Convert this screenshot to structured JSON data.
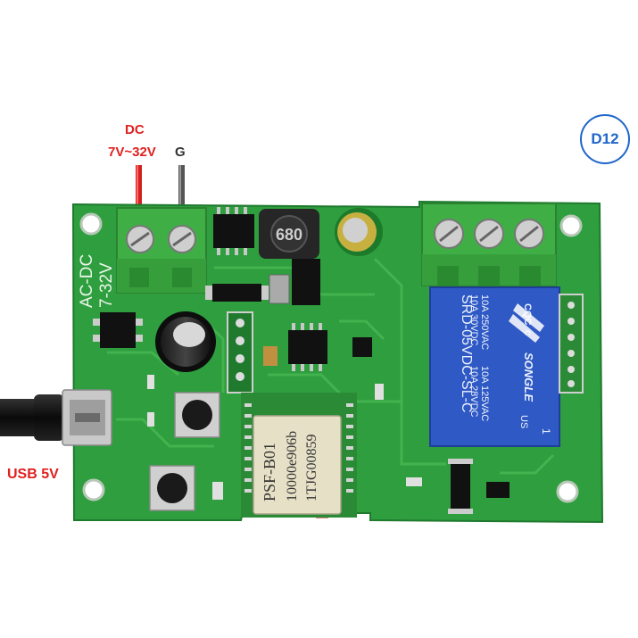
{
  "labels": {
    "dc": "DC",
    "dc_range": "7V~32V",
    "ground": "G",
    "usb": "USB 5V",
    "badge": "D12"
  },
  "silkscreen": {
    "input_range": "AC-DC",
    "input_range_line2": "7-32V"
  },
  "relay": {
    "brand": "SONGLE",
    "model": "SRD-05VDC-SL-C",
    "rating1": "10A 250VAC",
    "rating2": "10A 30VDC",
    "rating3": "10A 125VAC",
    "rating4": "10A 28VDC",
    "pin_mark": "1",
    "cert": "CQC",
    "cert2": "c",
    "cert3": "US"
  },
  "wifi_module": {
    "model": "PSF-B01",
    "line2": "10000e906b",
    "line3": "1TJG00859"
  },
  "inductor": {
    "code": "680"
  },
  "colors": {
    "pcb": "#2e9e3e",
    "terminal": "#3fae45",
    "relay": "#2f59c4",
    "label_red": "#e02020",
    "badge_blue": "#1f66c9"
  }
}
